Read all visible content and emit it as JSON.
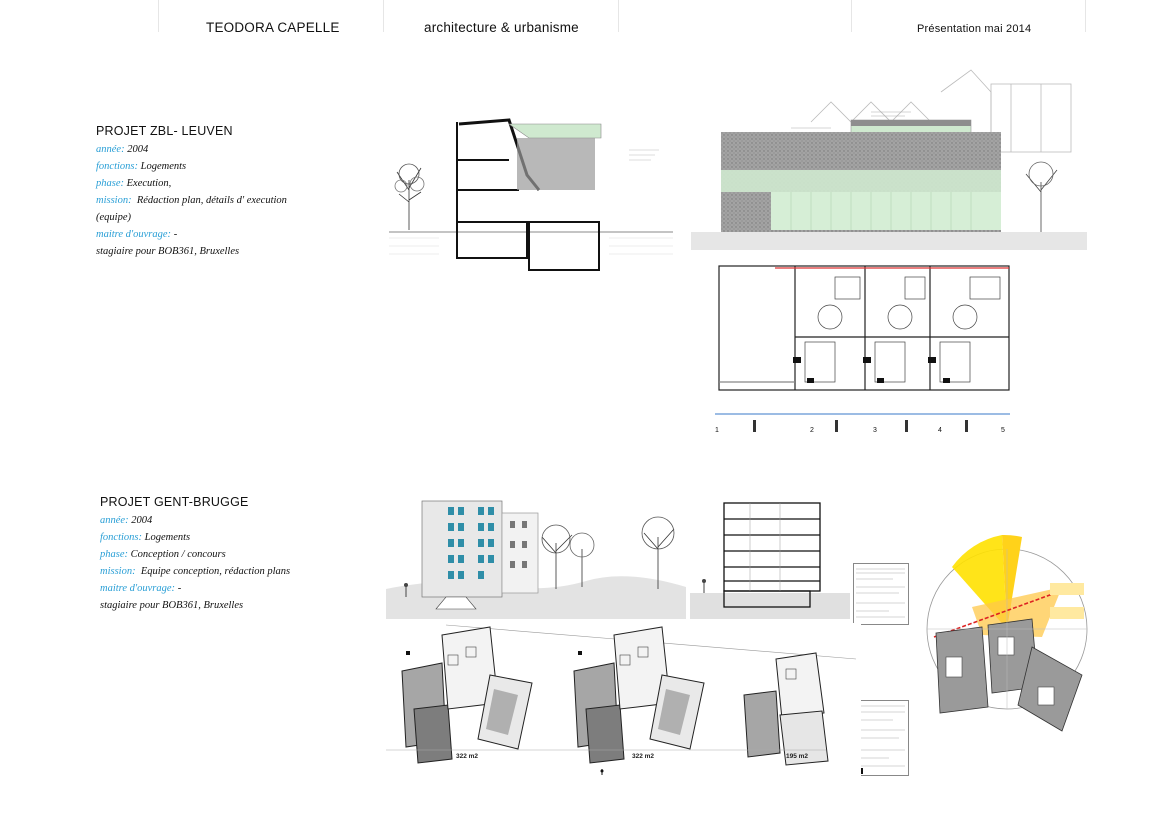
{
  "header": {
    "name": "TEODORA CAPELLE",
    "subtitle": "architecture & urbanisme",
    "date": "Présentation mai 2014"
  },
  "projects": [
    {
      "title": "PROJET ZBL- LEUVEN",
      "year_label": "année:",
      "year": "2004",
      "functions_label": "fonctions:",
      "functions": "Logements",
      "phase_label": "phase:",
      "phase": "Execution,",
      "mission_label": "mission:",
      "mission": "Rédaction plan, détails d' execution",
      "mission_cont": "(equipe)",
      "owner_label": "maitre d'ouvrage:",
      "owner": "-",
      "note": "stagiaire pour BOB361, Bruxelles"
    },
    {
      "title": "PROJET GENT-BRUGGE",
      "year_label": "année:",
      "year": "2004",
      "functions_label": "fonctions:",
      "functions": "Logements",
      "phase_label": "phase:",
      "phase": "Conception / concours",
      "mission_label": "mission:",
      "mission": "Equipe conception, rédaction plans",
      "owner_label": "maitre d'ouvrage:",
      "owner": "-",
      "note": "stagiaire pour BOB361, Bruxelles"
    }
  ],
  "drawings": {
    "plan_axis_labels": [
      "1",
      "2",
      "3",
      "4",
      "5"
    ],
    "area_labels": [
      "322 m2",
      "322 m2",
      "195 m2"
    ]
  },
  "colors": {
    "accent": "#2a9fd6",
    "glass": "#cfe9cf",
    "sun": "#ffe100"
  }
}
